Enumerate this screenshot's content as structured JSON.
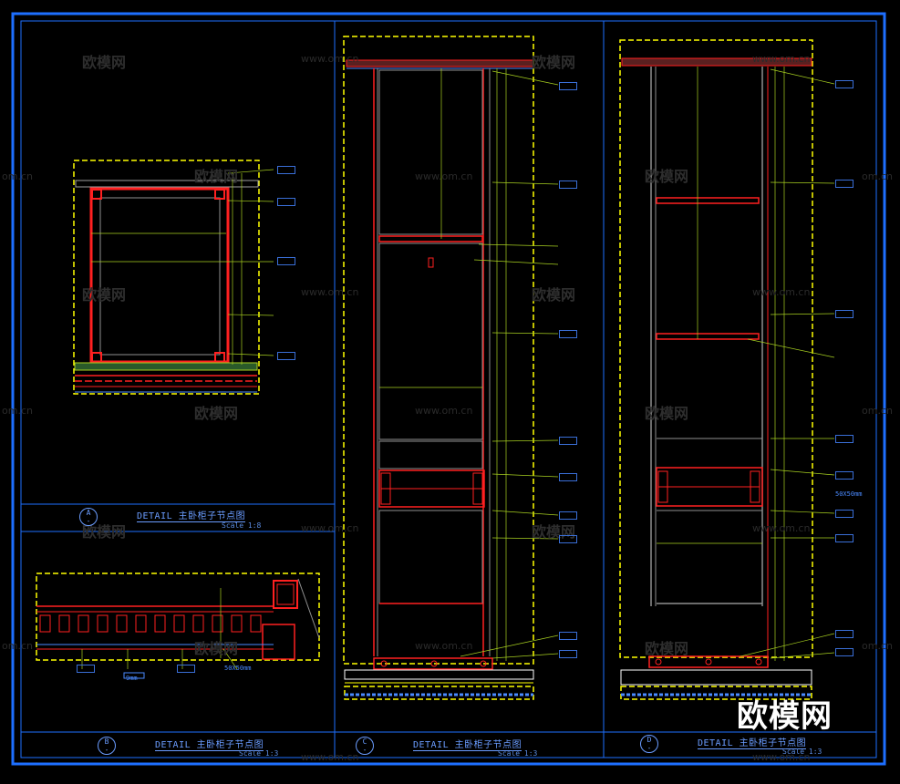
{
  "watermarks": {
    "brand": "欧模网",
    "url": "www.om.cn",
    "url_short": "om.cn"
  },
  "logo": "欧模网",
  "panels": [
    {
      "letter": "A",
      "title": "DETAIL 主卧柜子节点图",
      "scale": "Scale 1:8"
    },
    {
      "letter": "B",
      "title": "DETAIL 主卧柜子节点图",
      "scale": "Scale 1:3"
    },
    {
      "letter": "C",
      "title": "DETAIL 主卧柜子节点图",
      "scale": "Scale 1:3"
    },
    {
      "letter": "D",
      "title": "DETAIL 主卧柜子节点图",
      "scale": "Scale 1:3"
    }
  ],
  "annotations": {
    "panel_b_size": "50X50mm",
    "panel_b_gap": "9mm",
    "panel_d_size": "50X50mm"
  },
  "colors": {
    "border": "#1e6fff",
    "frame": "#ffff00",
    "wood": "#ff2020",
    "dim": "#a8d020",
    "line": "#4a8aff"
  }
}
